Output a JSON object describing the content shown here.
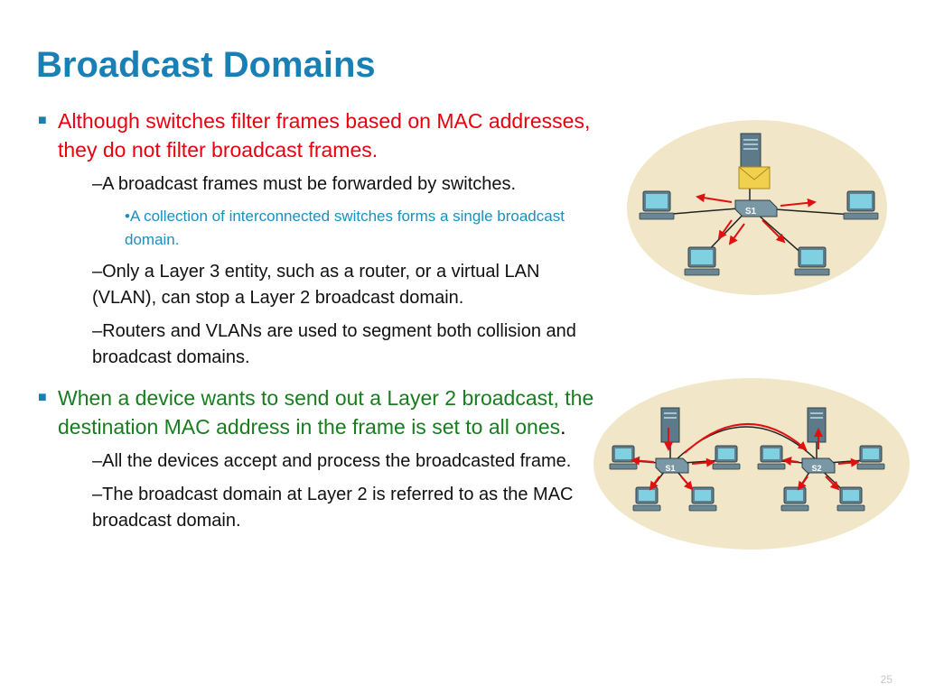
{
  "slide": {
    "title": "Broadcast Domains",
    "page_number": "25"
  },
  "bullets": {
    "b1_text": "Although switches filter frames based on MAC addresses, they do not filter broadcast frames.",
    "b1_sub1": "–A broadcast frames must be forwarded by switches.",
    "b1_sub1_sub": "•A collection of interconnected switches forms a single broadcast domain.",
    "b1_sub2": "–Only a Layer 3 entity, such as a router, or a virtual LAN (VLAN), can stop a Layer 2 broadcast domain.",
    "b1_sub3": "–Routers and VLANs are used to segment both collision and broadcast domains.",
    "b2_text": "When a device wants to send out a Layer 2 broadcast, the destination MAC address in the frame is set to all ones",
    "b2_end": ".",
    "b2_sub1": "–All the devices accept and process the broadcasted frame.",
    "b2_sub2": "–The broadcast domain at Layer 2 is referred to as the MAC broadcast domain."
  },
  "diagrams": {
    "top_switch_label": "S1",
    "bottom_switch1_label": "S1",
    "bottom_switch2_label": "S2",
    "arrow_color": "#e01010",
    "background_color": "#f1e7c8"
  }
}
